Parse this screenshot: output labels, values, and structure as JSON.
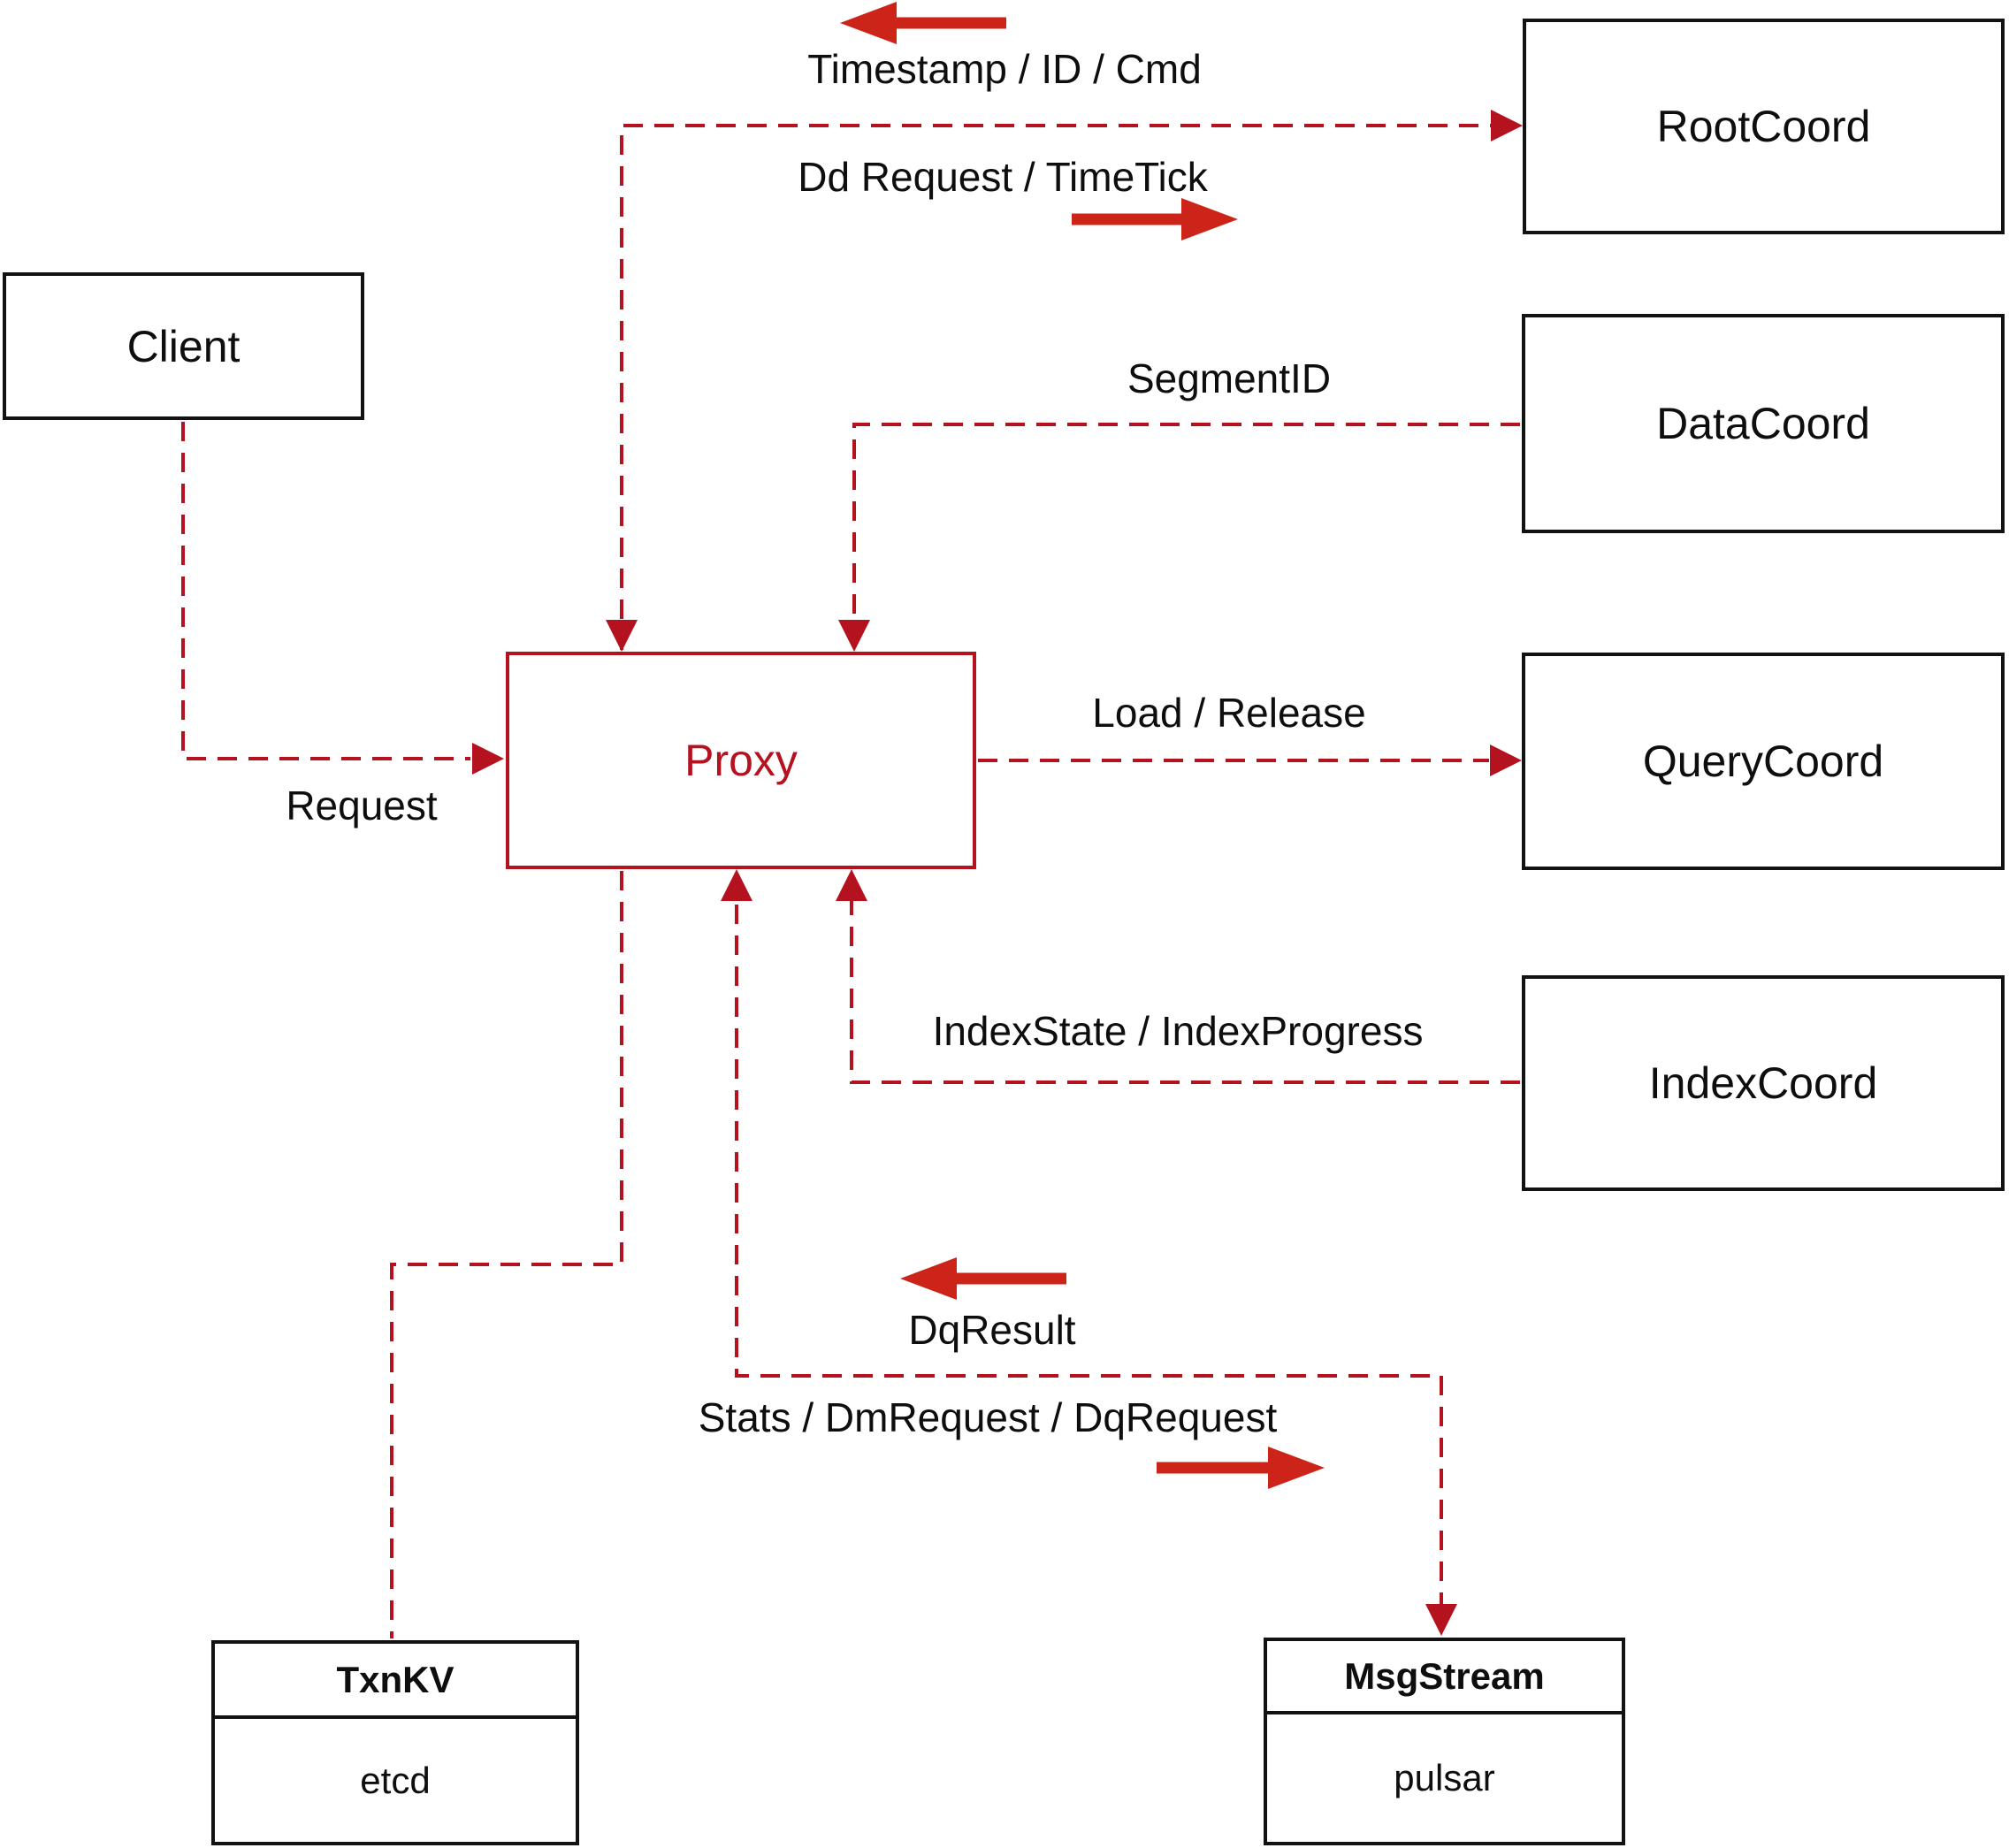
{
  "diagram": {
    "nodes": {
      "client": {
        "label": "Client"
      },
      "proxy": {
        "label": "Proxy"
      },
      "root_coord": {
        "label": "RootCoord"
      },
      "data_coord": {
        "label": "DataCoord"
      },
      "query_coord": {
        "label": "QueryCoord"
      },
      "index_coord": {
        "label": "IndexCoord"
      },
      "txn_kv": {
        "title": "TxnKV",
        "subtitle": "etcd"
      },
      "msg_stream": {
        "title": "MsgStream",
        "subtitle": "pulsar"
      }
    },
    "edge_labels": {
      "timestamp_id_cmd": "Timestamp / ID / Cmd",
      "dd_request_timetick": "Dd Request / TimeTick",
      "segment_id": "SegmentID",
      "load_release": "Load / Release",
      "index_state_progress": "IndexState / IndexProgress",
      "request": "Request",
      "dq_result": "DqResult",
      "stats_dm_dq": "Stats / DmRequest / DqRequest"
    },
    "colors": {
      "edge_red": "#b5121f",
      "arrow_red": "#cc2418",
      "node_border": "#121212",
      "text": "#0e0e0e",
      "background": "#ffffff"
    }
  }
}
